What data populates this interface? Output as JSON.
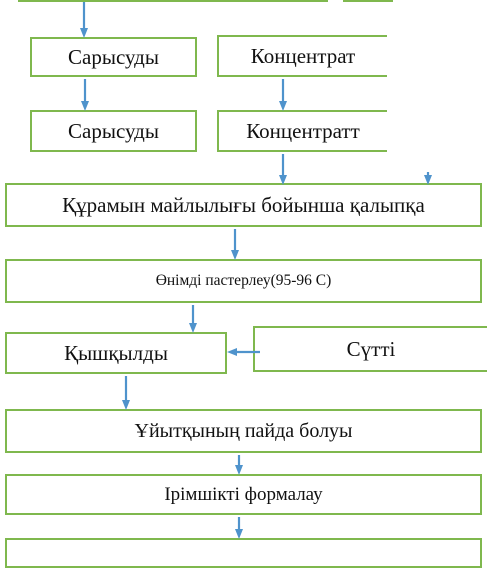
{
  "diagram": {
    "colors": {
      "box_border": "#7fb84e",
      "arrow": "#4f93cc"
    },
    "nodes": {
      "whey_1": "Сарысуды",
      "concentrate_1": "Концентрат",
      "whey_2": "Сарысуды",
      "concentrate_2": "Концентратт",
      "normalize": "Құрамын майлылығы бойынша қалыпқа",
      "pasteurize": "Өнімді пастерлеу(95-96 С)",
      "acid": "Қышқылды",
      "milk": "Сүтті",
      "yeast": "Ұйытқының пайда болуы",
      "form_cheese": "Ірімшікті формалау"
    }
  }
}
